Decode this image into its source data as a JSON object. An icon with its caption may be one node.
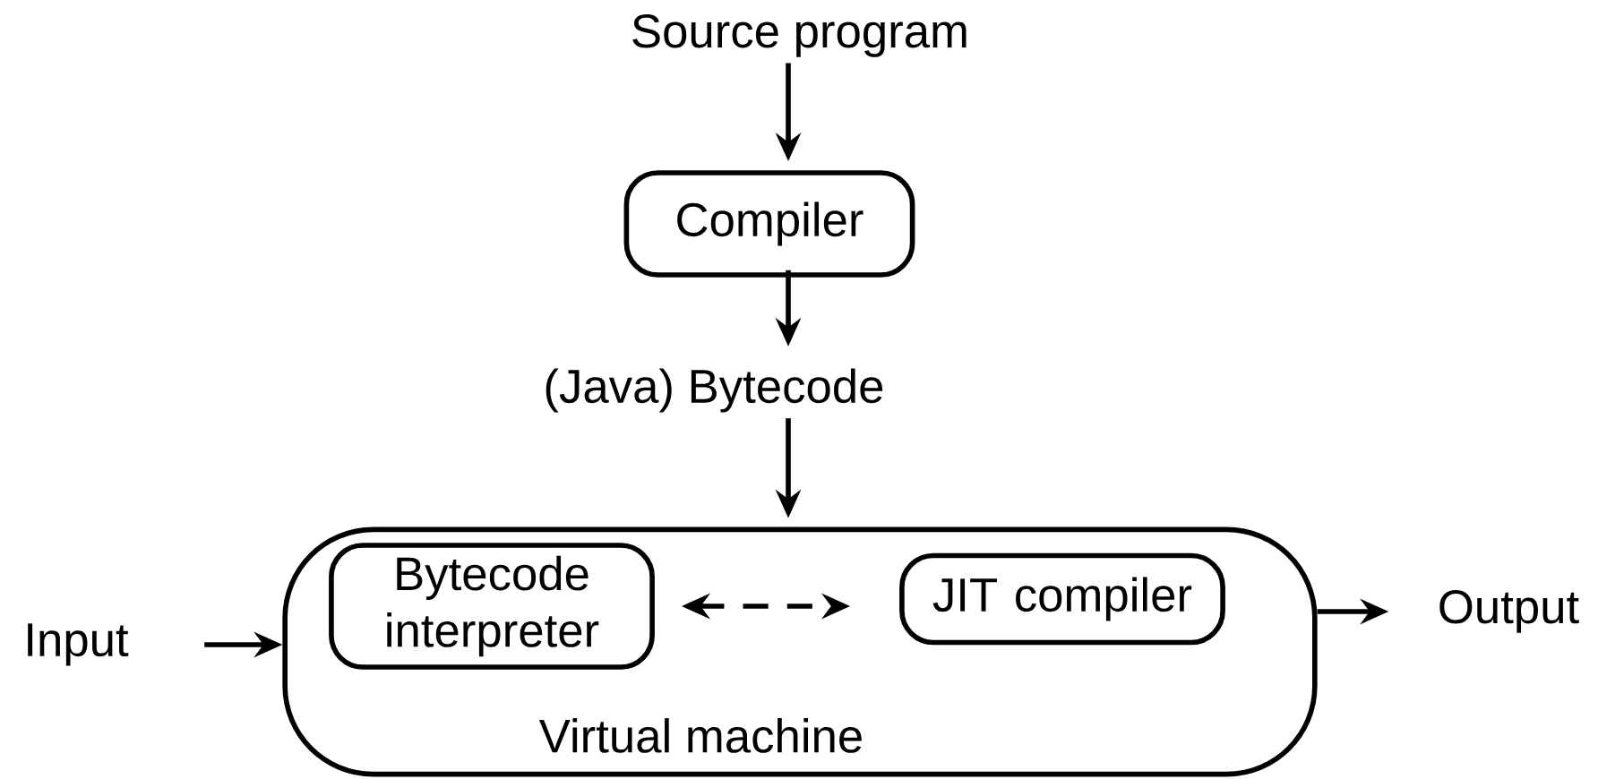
{
  "diagram": {
    "nodes": [
      {
        "text": [
          "Source program"
        ]
      },
      {
        "text": [
          "Compiler"
        ]
      },
      {
        "text": [
          "(Java) Bytecode"
        ]
      },
      {
        "text": [
          "Virtual machine"
        ]
      },
      {
        "text": [
          "Bytecode interpreter"
        ],
        "in": 3
      },
      {
        "text": [
          "JIT compiler"
        ],
        "in": 3
      },
      {
        "text": [
          "Input"
        ]
      },
      {
        "text": [
          "Output"
        ]
      }
    ],
    "edges": [
      {
        "from": 0,
        "to": 1,
        "arrow": "to"
      },
      {
        "from": 1,
        "to": 2,
        "arrow": "to"
      },
      {
        "from": 2,
        "to": 3,
        "arrow": "to"
      },
      {
        "from": 4,
        "to": 5,
        "arrow": "both",
        "style": "dashed"
      },
      {
        "from": 6,
        "to": 3,
        "arrow": "to"
      },
      {
        "from": 3,
        "to": 7,
        "arrow": "to"
      }
    ]
  }
}
